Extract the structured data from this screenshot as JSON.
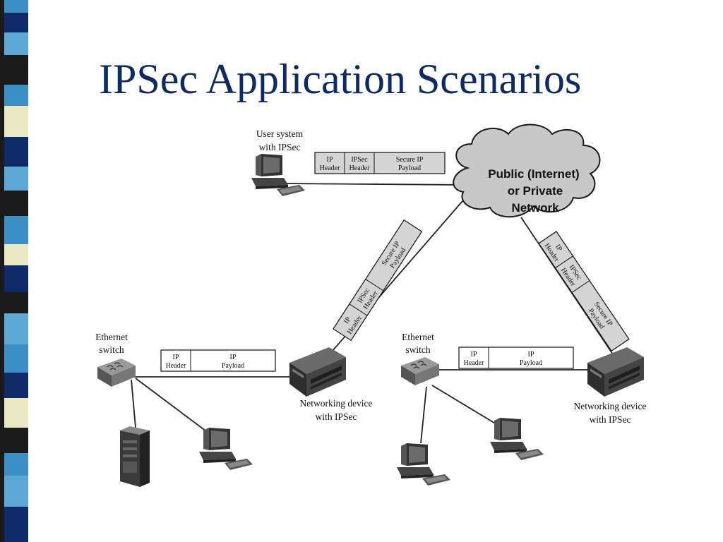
{
  "slide": {
    "title": "IPSec Application Scenarios"
  },
  "diagram": {
    "cloud": {
      "lines": [
        "Public (Internet)",
        "or Private",
        "Network"
      ]
    },
    "nodes": {
      "user_system": [
        "User system",
        "with IPSec"
      ],
      "left_switch": [
        "Ethernet",
        "switch"
      ],
      "right_switch": [
        "Ethernet",
        "switch"
      ],
      "left_device": [
        "Networking device",
        "with IPSec"
      ],
      "right_device": [
        "Networking device",
        "with IPSec"
      ]
    },
    "packets": {
      "top": {
        "cells": [
          [
            "IP",
            "Header"
          ],
          [
            "IPSec",
            "Header"
          ],
          [
            "Secure IP",
            "Payload"
          ]
        ]
      },
      "diag_left": {
        "cells": [
          [
            "IP",
            "Header"
          ],
          [
            "IPSec",
            "Header"
          ],
          [
            "Secure IP",
            "Payload"
          ]
        ]
      },
      "diag_right": {
        "cells": [
          [
            "IP",
            "Header"
          ],
          [
            "IPSec",
            "Header"
          ],
          [
            "Secure IP",
            "Payload"
          ]
        ]
      },
      "lan_left": {
        "cells": [
          [
            "IP",
            "Header"
          ],
          [
            "IP",
            "Payload"
          ]
        ]
      },
      "lan_right": {
        "cells": [
          [
            "IP",
            "Header"
          ],
          [
            "IP",
            "Payload"
          ]
        ]
      }
    },
    "colors": {
      "title": "#0d2a66",
      "cloud_fill": "#c8c8c8",
      "packet_fill": "#d4d4d4",
      "device": "#4a4a4a"
    }
  }
}
